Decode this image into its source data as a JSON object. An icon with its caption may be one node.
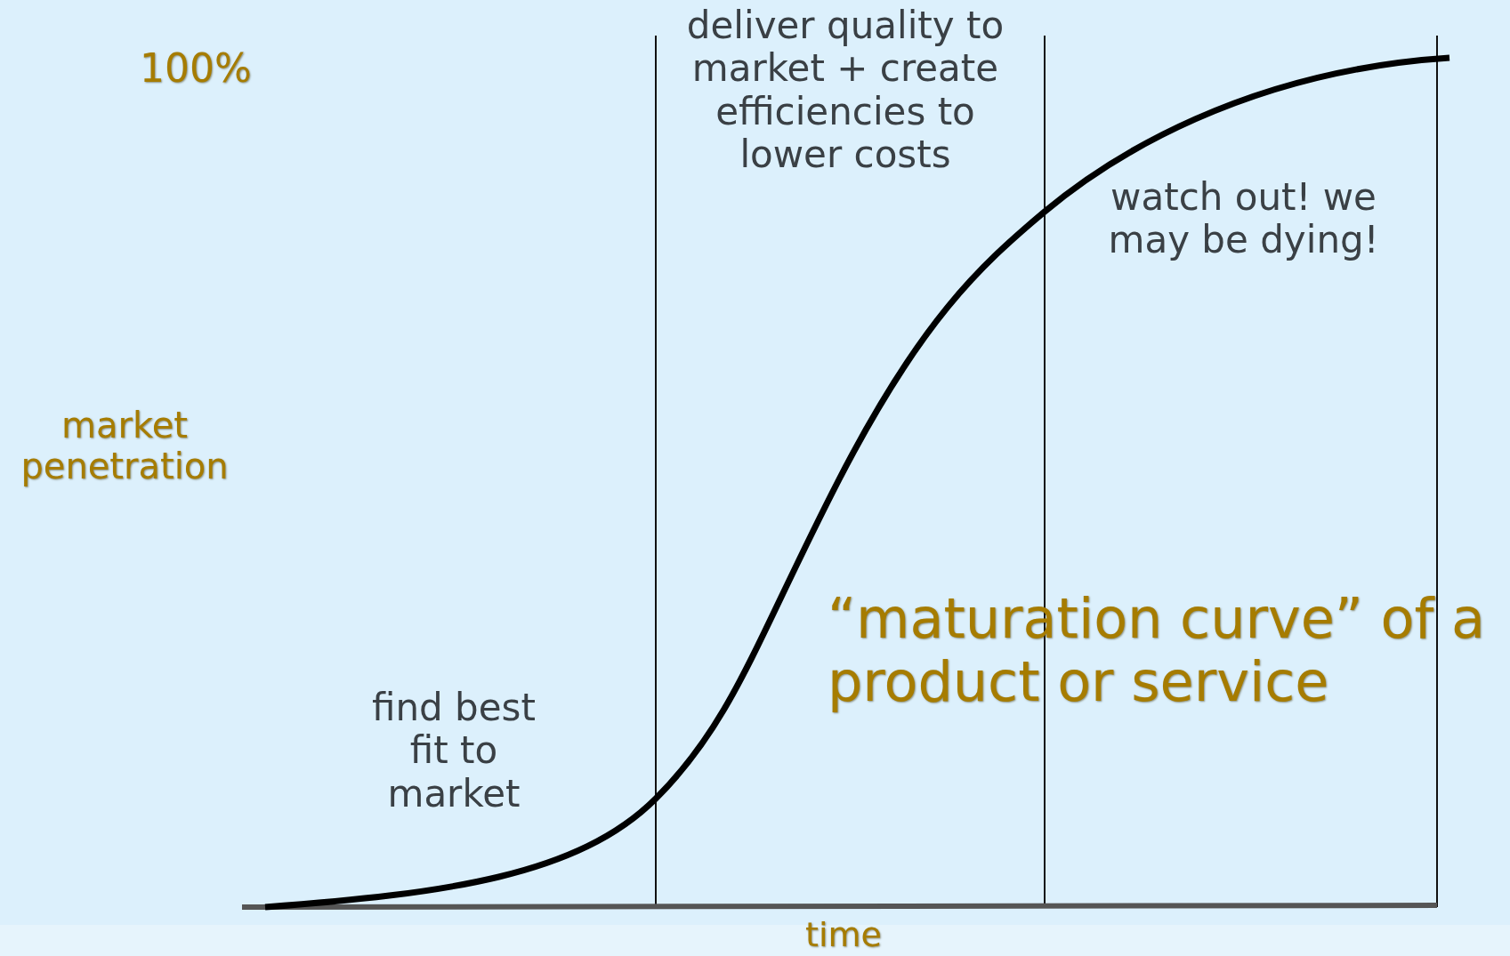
{
  "diagram": {
    "labels": [
      "100%",
      "market penetration",
      "deliver quality to market + create efficiencies to lower costs",
      "watch out! we may be dying!",
      "find best fit to market",
      "“maturation curve” of a product or service",
      "time"
    ]
  }
}
